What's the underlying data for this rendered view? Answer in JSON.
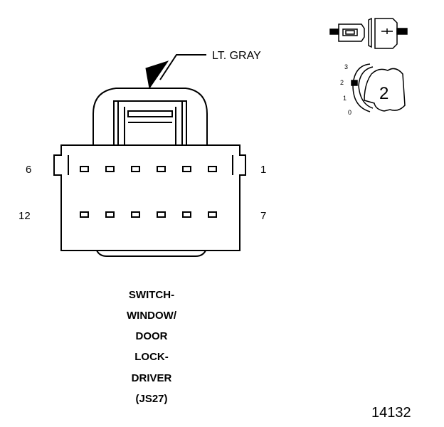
{
  "wire_color_label": "LT. GRAY",
  "pin_labels": {
    "top_left": "6",
    "top_right": "1",
    "bottom_left": "12",
    "bottom_right": "7"
  },
  "orientation_view": {
    "numbers": [
      "3",
      "2",
      "1",
      "0"
    ],
    "selected": "2"
  },
  "caption_lines": [
    "SWITCH-",
    "WINDOW/",
    "DOOR",
    "LOCK-",
    "DRIVER",
    "(JS27)"
  ],
  "figure_number": "14132"
}
